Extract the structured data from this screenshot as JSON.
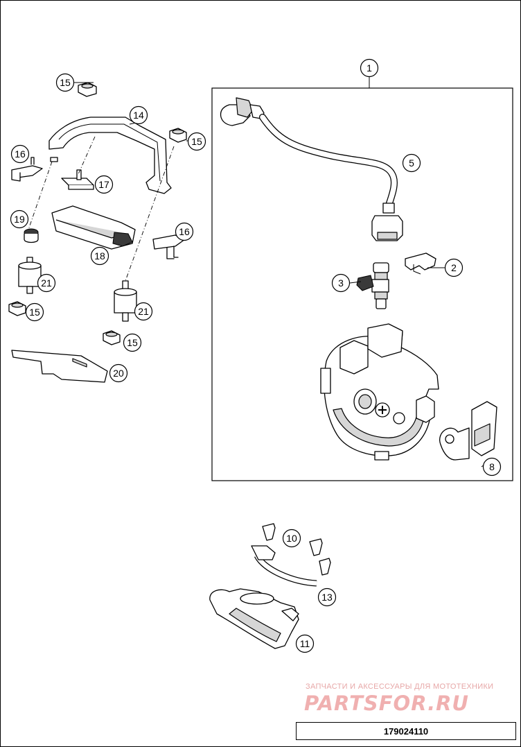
{
  "diagram": {
    "callouts": [
      {
        "id": "c1",
        "label": "1"
      },
      {
        "id": "c2",
        "label": "2"
      },
      {
        "id": "c3",
        "label": "3"
      },
      {
        "id": "c5",
        "label": "5"
      },
      {
        "id": "c8",
        "label": "8"
      },
      {
        "id": "c10",
        "label": "10"
      },
      {
        "id": "c11",
        "label": "11"
      },
      {
        "id": "c13",
        "label": "13"
      },
      {
        "id": "c14",
        "label": "14"
      },
      {
        "id": "c15a",
        "label": "15"
      },
      {
        "id": "c15b",
        "label": "15"
      },
      {
        "id": "c15c",
        "label": "15"
      },
      {
        "id": "c15d",
        "label": "15"
      },
      {
        "id": "c16a",
        "label": "16"
      },
      {
        "id": "c16b",
        "label": "16"
      },
      {
        "id": "c17",
        "label": "17"
      },
      {
        "id": "c18",
        "label": "18"
      },
      {
        "id": "c19",
        "label": "19"
      },
      {
        "id": "c20",
        "label": "20"
      },
      {
        "id": "c21a",
        "label": "21"
      },
      {
        "id": "c21b",
        "label": "21"
      }
    ]
  },
  "watermark": {
    "tagline": "ЗАПЧАСТИ И АКСЕССУАРЫ ДЛЯ МОТОТЕХНИКИ",
    "brand": "PARTSFOR.RU"
  },
  "drawing_number": "179024110"
}
